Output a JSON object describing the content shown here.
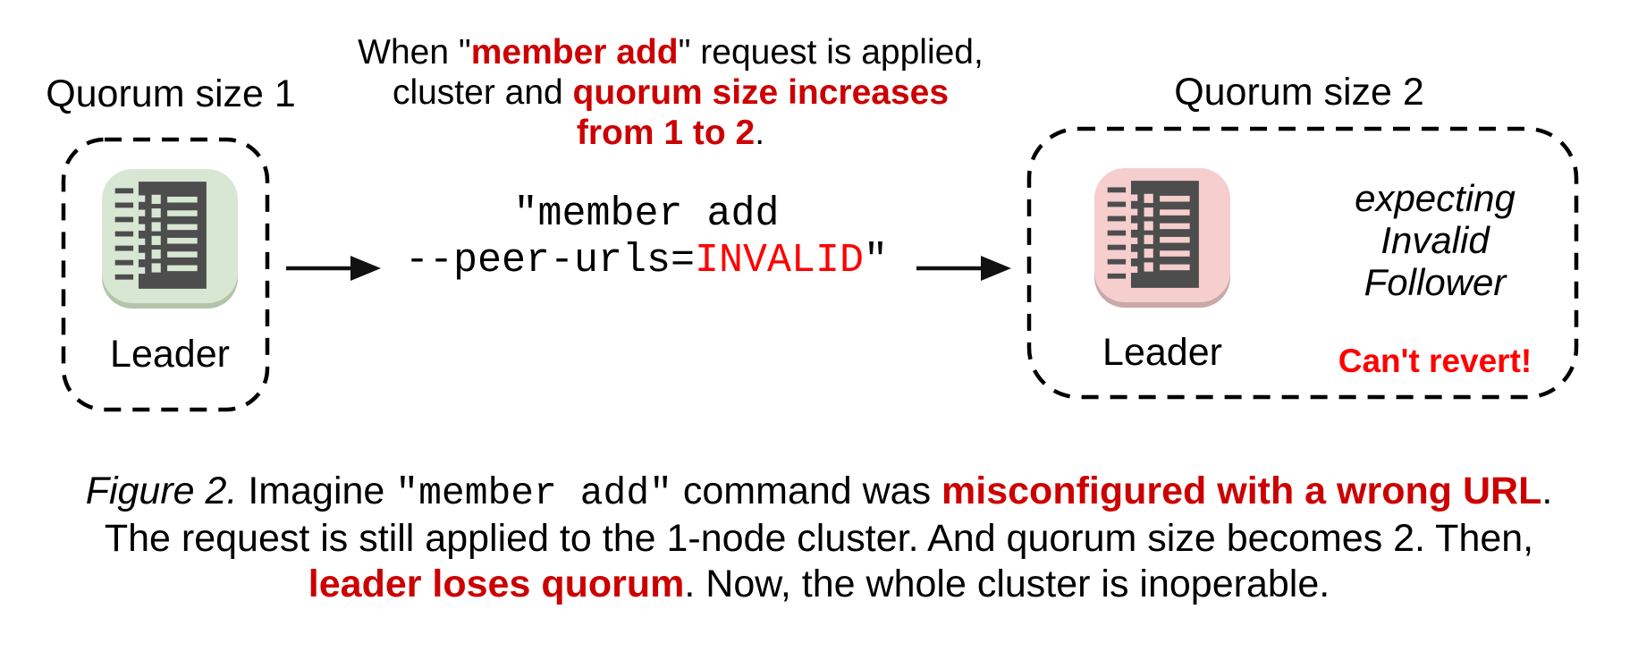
{
  "colors": {
    "emphasis_red": "#cc0000",
    "bright_red": "#ff0000",
    "node_green": "#d8e7d3",
    "node_green_shadow": "#b2c4aa",
    "node_pink": "#f6cece",
    "node_pink_shadow": "#c9a8a8",
    "glyph_gray": "#4d4d4d",
    "line_black": "#000000"
  },
  "figure": {
    "left_cluster": {
      "title": "Quorum size 1",
      "node_label": "Leader",
      "icon": "etcd-member-list-icon-green"
    },
    "right_cluster": {
      "title": "Quorum size 2",
      "node_label": "Leader",
      "icon": "etcd-member-list-icon-pink",
      "note_lines": [
        "expecting",
        "Invalid",
        "Follower"
      ],
      "warning": "Can't revert!"
    },
    "top_note_lines": [
      [
        {
          "t": "When \""
        },
        {
          "t": "member add",
          "s": "red"
        },
        {
          "t": "\" request is applied,"
        }
      ],
      [
        {
          "t": "cluster and "
        },
        {
          "t": "quorum size increases",
          "s": "red"
        }
      ],
      [
        {
          "t": "from 1 to 2",
          "s": "red"
        },
        {
          "t": "."
        }
      ]
    ],
    "command_lines": [
      [
        {
          "t": "\"member add"
        }
      ],
      [
        {
          "t": "--peer-urls="
        },
        {
          "t": "INVALID",
          "s": "redbright"
        },
        {
          "t": "\""
        }
      ]
    ],
    "caption_lines": [
      [
        {
          "t": "Figure 2.",
          "s": "fig"
        },
        {
          "t": " Imagine "
        },
        {
          "t": "\"member add\"",
          "s": "mono"
        },
        {
          "t": " command was "
        },
        {
          "t": "misconfigured with a wrong URL",
          "s": "red"
        },
        {
          "t": "."
        }
      ],
      [
        {
          "t": "The request is still applied to the 1-node cluster. And quorum size becomes 2. Then,"
        }
      ],
      [
        {
          "t": "leader loses quorum",
          "s": "red"
        },
        {
          "t": ". Now, the whole cluster is inoperable."
        }
      ]
    ]
  }
}
